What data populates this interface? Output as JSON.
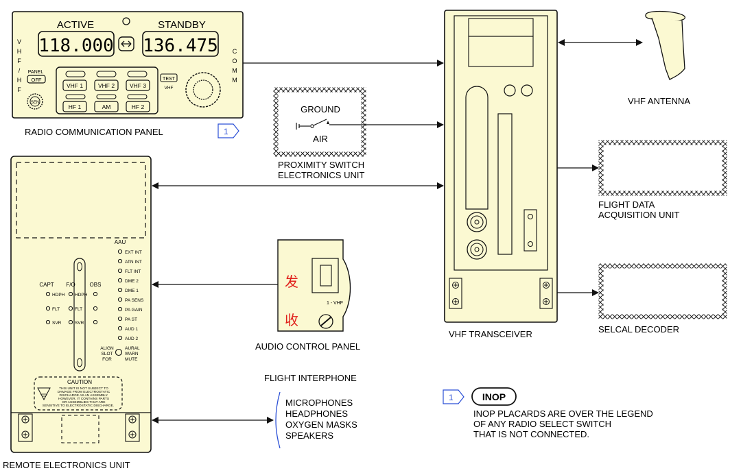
{
  "rcp": {
    "active_label": "ACTIVE",
    "standby_label": "STANDBY",
    "active_freq": "118.000",
    "standby_freq": "136.475",
    "left_side_letters": [
      "V",
      "H",
      "F",
      "/",
      "H",
      "F"
    ],
    "right_side_letters": [
      "C",
      "O",
      "M",
      "M"
    ],
    "panel_label": "PANEL",
    "off_label": "OFF",
    "sen_label": "SEN",
    "test_label": "TEST",
    "vhf_small_label": "VHF",
    "buttons_row1": [
      "VHF 1",
      "VHF 2",
      "VHF 3"
    ],
    "buttons_row2": [
      "HF 1",
      "AM",
      "HF 2"
    ],
    "caption": "RADIO COMMUNICATION PANEL",
    "note_ref": "1"
  },
  "psu": {
    "ground_label": "GROUND",
    "air_label": "AIR",
    "caption_lines": [
      "PROXIMITY SWITCH",
      "ELECTRONICS UNIT"
    ]
  },
  "reu": {
    "aau_label": "AAU",
    "column_labels": [
      "CAPT",
      "F/O",
      "OBS"
    ],
    "row_labels": [
      "HDPH",
      "FLT",
      "SVR"
    ],
    "right_labels": [
      "EXT INT",
      "ATN INT",
      "FLT INT",
      "DME 2",
      "DME 1",
      "PA SENS",
      "PA GAIN",
      "PA ST",
      "AUD 1",
      "AUD 2"
    ],
    "align_lines": [
      "ALIGN",
      "SLOT",
      "FOR"
    ],
    "aural_lines": [
      "AURAL",
      "WARN",
      "MUTE"
    ],
    "caution_title": "CAUTION",
    "caution_lines": [
      "THIS UNIT IS NOT SUBJECT TO",
      "DAMAGE FROM ELECTROSTATIC",
      "DISCHARGE AS AN ASSEMBLY.",
      "HOWEVER, IT CONTAINS PARTS",
      "OR ASSEMBLIES THAT ARE",
      "SENSITIVE TO ELECTROSTATIC DISCHARGE."
    ],
    "caption": "REMOTE ELECTRONICS UNIT"
  },
  "acp": {
    "char_top": "发",
    "char_bottom": "收",
    "vhf_label": "1 - VHF",
    "caption": "AUDIO CONTROL PANEL"
  },
  "transceiver": {
    "caption": "VHF TRANSCEIVER"
  },
  "antenna": {
    "caption": "VHF ANTENNA"
  },
  "fdau": {
    "caption_lines": [
      "FLIGHT DATA",
      "ACQUISITION UNIT"
    ]
  },
  "selcal": {
    "caption": "SELCAL DECODER"
  },
  "interphone": {
    "title": "FLIGHT INTERPHONE",
    "items": [
      "MICROPHONES",
      "HEADPHONES",
      "OXYGEN MASKS",
      "SPEAKERS"
    ]
  },
  "note": {
    "number": "1",
    "badge": "INOP",
    "lines": [
      "INOP PLACARDS ARE OVER THE LEGEND",
      "OF ANY RADIO SELECT SWITCH",
      "THAT IS NOT CONNECTED."
    ]
  },
  "colors": {
    "panel_fill": "#fbf9d2",
    "line": "#111111",
    "note_blue": "#2a4fd6",
    "chinese_red": "#e0201b"
  }
}
